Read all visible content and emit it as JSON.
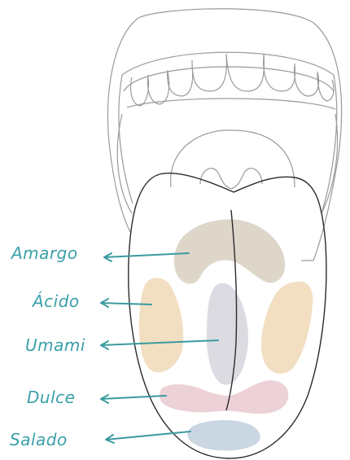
{
  "labels": {
    "amargo": "Amargo",
    "acido": "Ácido",
    "umami": "Umami",
    "dulce": "Dulce",
    "salado": "Salado"
  },
  "colors": {
    "label_text": "#3aa0a8",
    "arrow": "#3a9aa0",
    "outline": "#2b2b2b",
    "mouth_outline": "#9a9a9a",
    "bitter_zone": "#ddd6c9",
    "sour_zone": "#f2dfc2",
    "umami_zone": "#dcdbe2",
    "sweet_zone": "#ecd1d6",
    "salty_zone": "#cad7e2"
  }
}
